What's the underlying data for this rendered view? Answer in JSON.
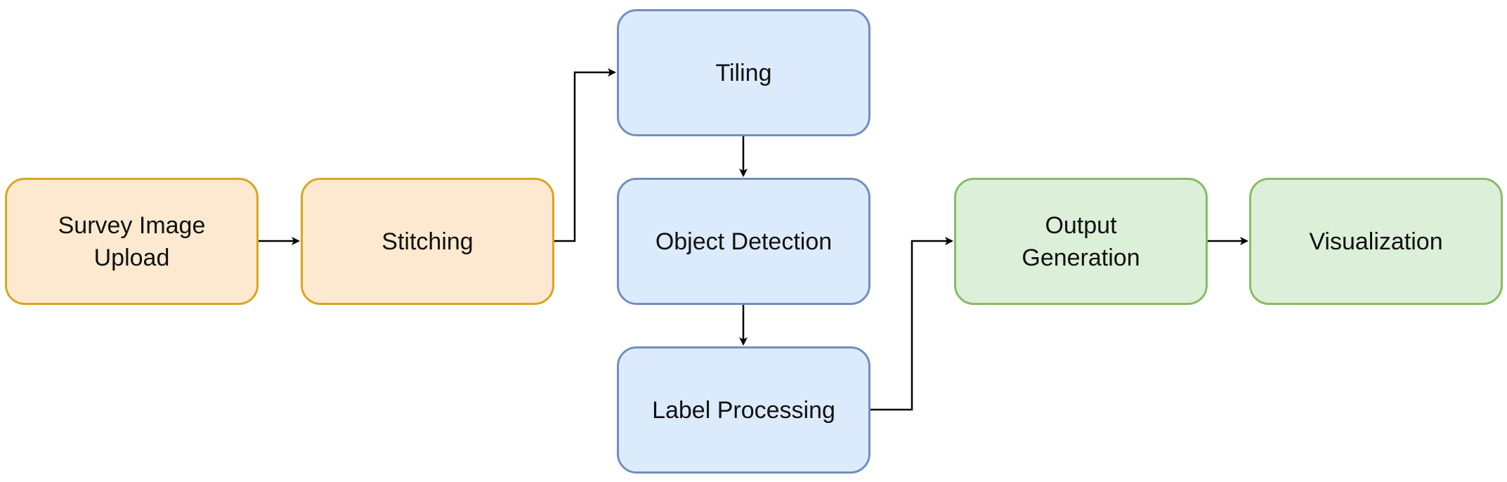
{
  "nodes": {
    "survey_upload": "Survey Image\nUpload",
    "stitching": "Stitching",
    "tiling": "Tiling",
    "object_detection": "Object Detection",
    "label_processing": "Label Processing",
    "output_generation": "Output\nGeneration",
    "visualization": "Visualization"
  },
  "edges": [
    {
      "from": "survey_upload",
      "to": "stitching"
    },
    {
      "from": "stitching",
      "to": "tiling"
    },
    {
      "from": "tiling",
      "to": "object_detection"
    },
    {
      "from": "object_detection",
      "to": "label_processing"
    },
    {
      "from": "label_processing",
      "to": "output_generation"
    },
    {
      "from": "output_generation",
      "to": "visualization"
    }
  ],
  "colors": {
    "stage_input_fill": "#fde9cf",
    "stage_input_border": "#d9a520",
    "stage_process_fill": "#dcebfc",
    "stage_process_border": "#6f8fbe",
    "stage_output_fill": "#dcefd8",
    "stage_output_border": "#86bb68",
    "connector": "#000000"
  }
}
